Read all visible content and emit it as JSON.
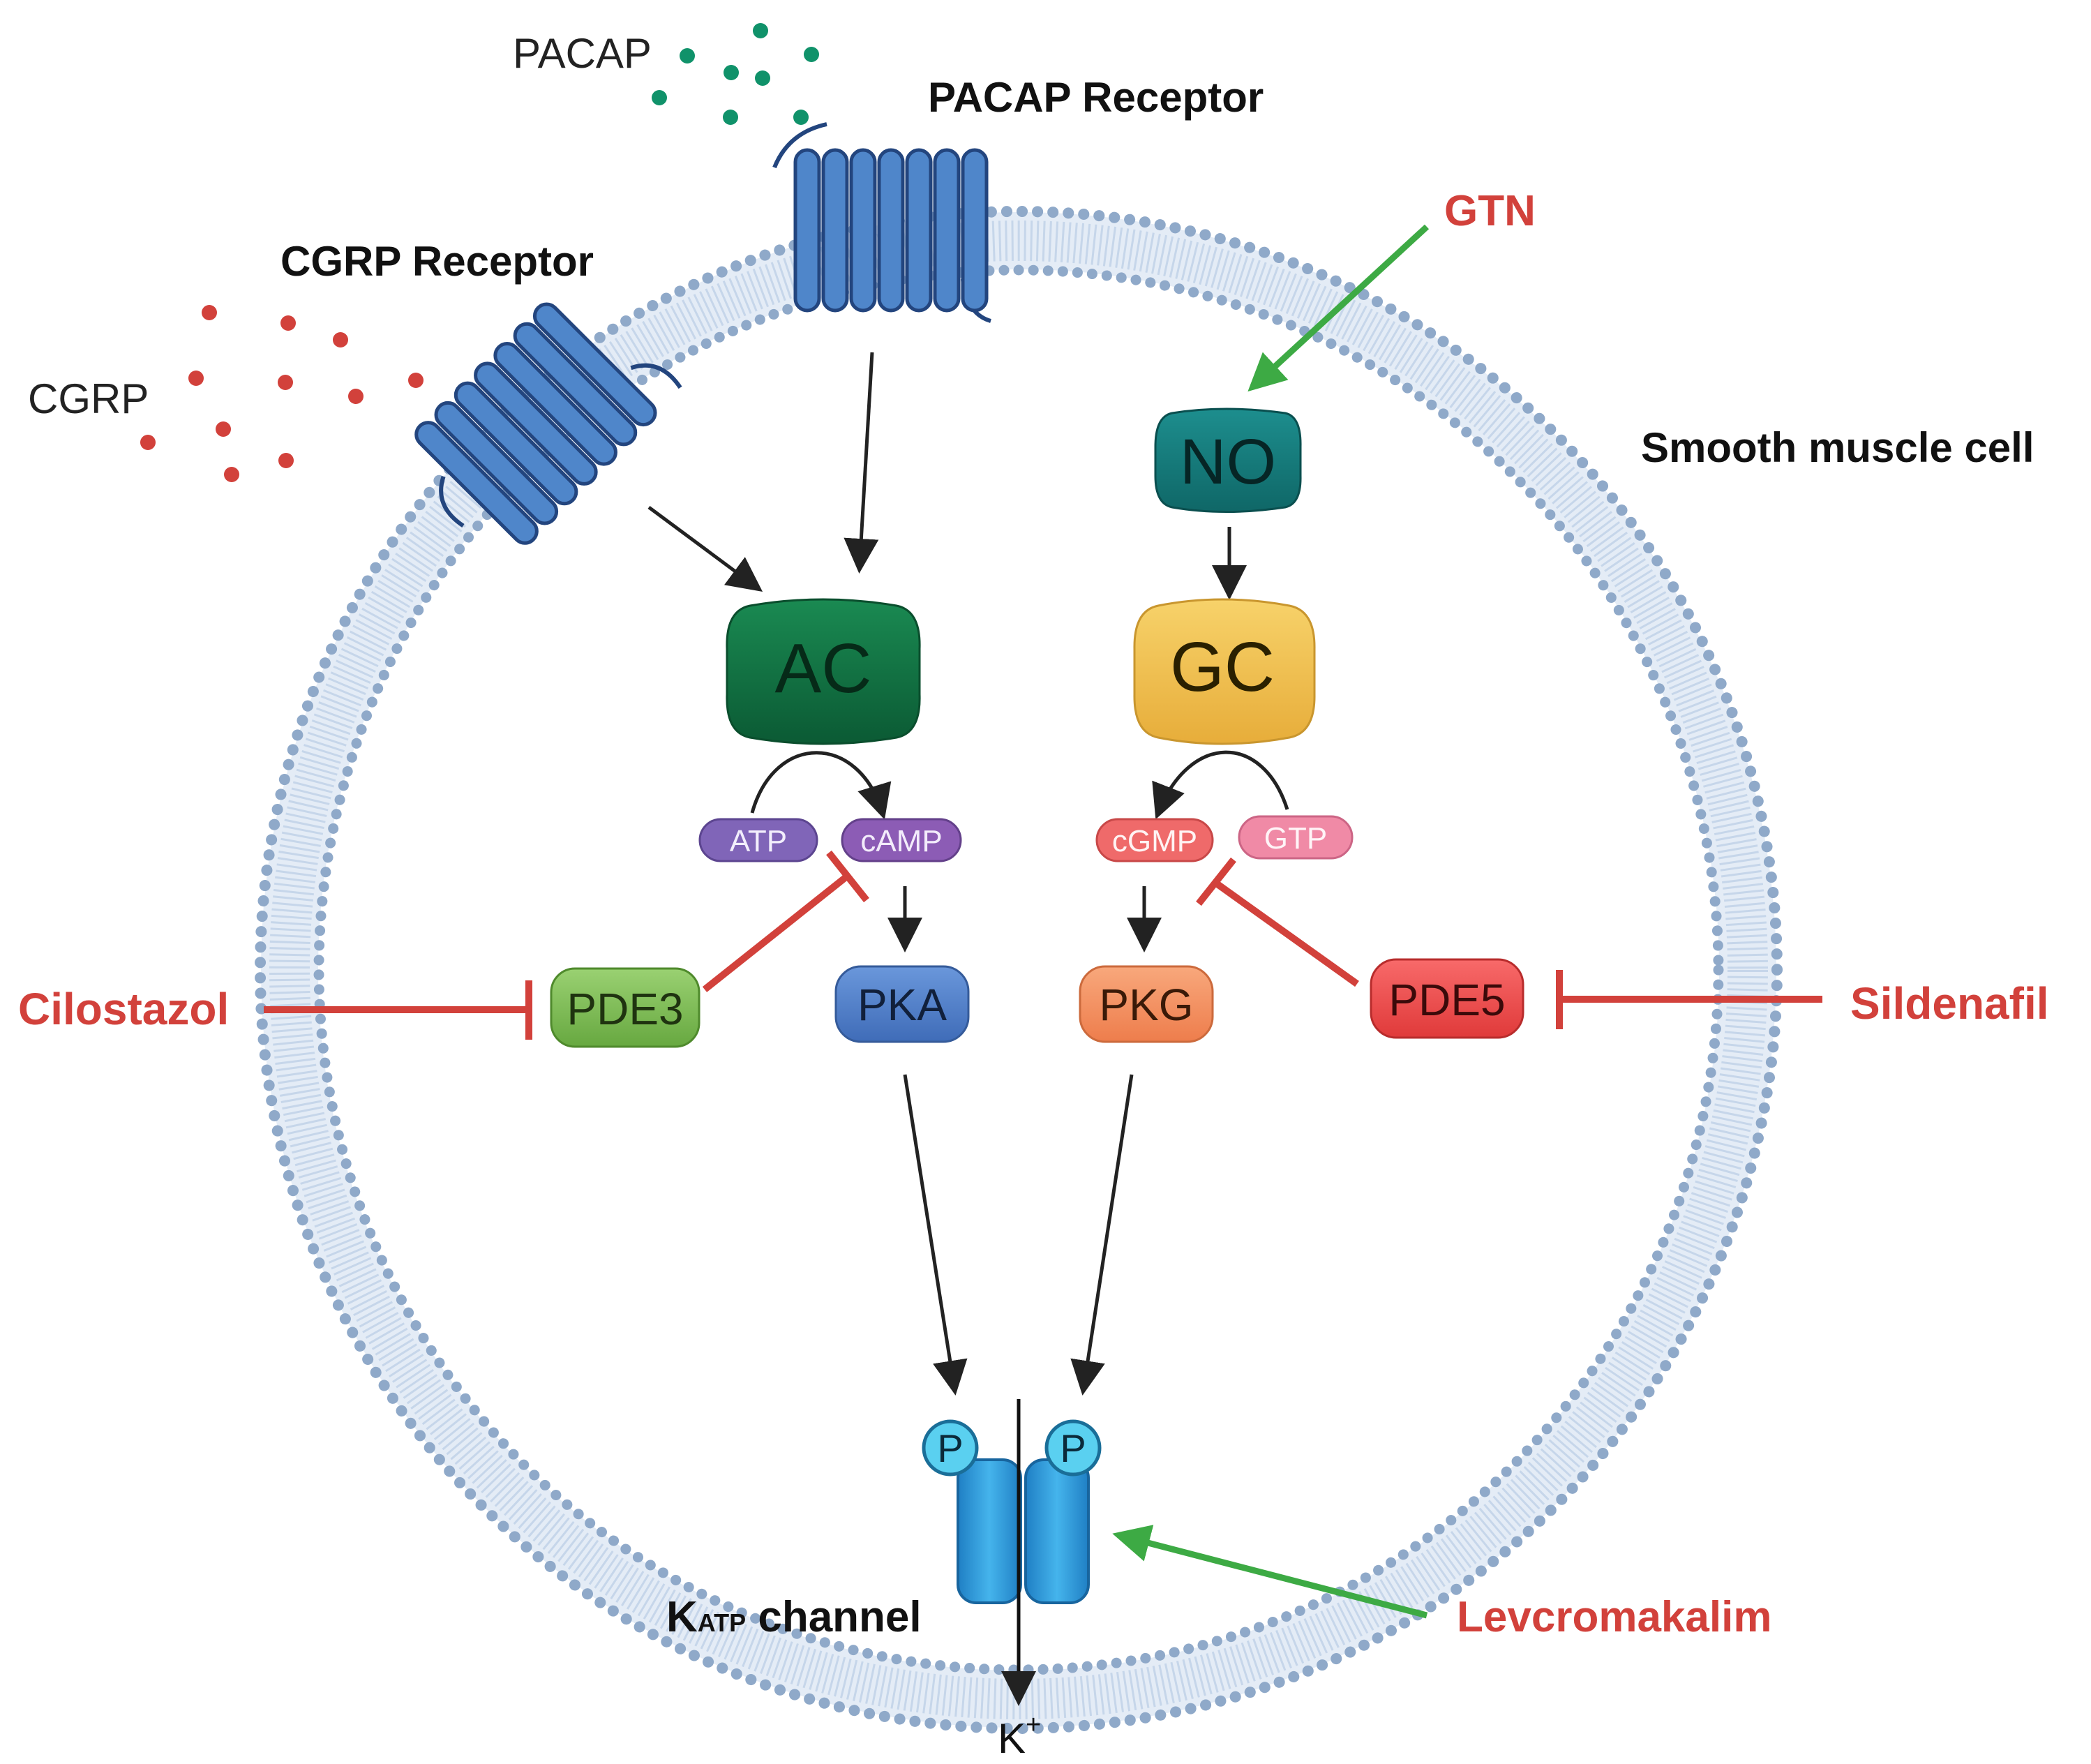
{
  "labels": {
    "pacap": "PACAP",
    "pacap_receptor": "PACAP Receptor",
    "cgrp": "CGRP",
    "cgrp_receptor": "CGRP Receptor",
    "gtn": "GTN",
    "smooth_muscle_cell": "Smooth muscle cell",
    "cilostazol": "Cilostazol",
    "sildenafil": "Sildenafil",
    "levcromakalim": "Levcromakalim",
    "katp_main": "K",
    "katp_sub": "ATP",
    "katp_rest": " channel",
    "k_ion": "K",
    "k_ion_sup": "+"
  },
  "nodes": {
    "ac": "AC",
    "gc": "GC",
    "no": "NO",
    "atp": "ATP",
    "camp": "cAMP",
    "cgmp": "cGMP",
    "gtp": "GTP",
    "pde3": "PDE3",
    "pka": "PKA",
    "pkg": "PKG",
    "pde5": "PDE5",
    "p_left": "P",
    "p_right": "P"
  },
  "colors": {
    "membrane": "#8fa9c9",
    "membrane_tail": "#c9d8ea",
    "receptor": "#4a7fc4",
    "receptor_dark": "#23457e",
    "ac": "#0d6b3f",
    "gc": "#f2c24f",
    "no": "#137b7b",
    "atp": "#8065b8",
    "camp": "#8c5cb5",
    "cgmp": "#ef6a6a",
    "gtp": "#f08aa6",
    "pde3": "#7fbd55",
    "pka": "#4f7fc9",
    "pkg": "#f59262",
    "pde5": "#f04f4f",
    "drug_red": "#d2413b",
    "drug_green": "#3daa44",
    "pacap_dot": "#10926a",
    "cgrp_dot": "#d2413b",
    "channel": "#2f9ad8",
    "phospho": "#5ad0f0"
  }
}
